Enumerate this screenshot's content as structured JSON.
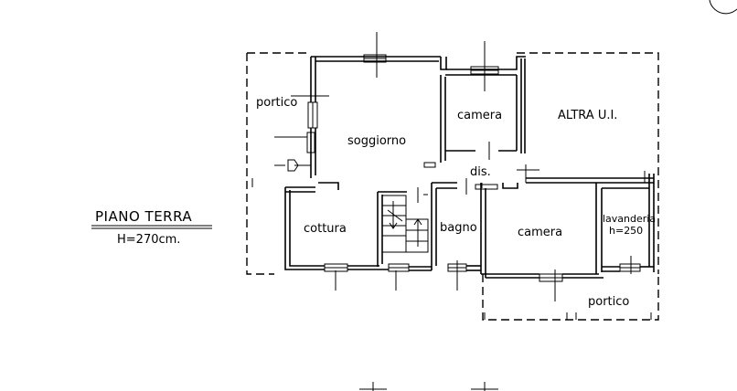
{
  "plan": {
    "title": "PIANO TERRA",
    "height": "H=270cm."
  },
  "rooms": {
    "portico_left": "portico",
    "soggiorno": "soggiorno",
    "camera_top": "camera",
    "altra": "ALTRA U.I.",
    "dis": "dis.",
    "cottura": "cottura",
    "bagno": "bagno",
    "camera_bottom": "camera",
    "lavanderia": "lavanderia",
    "lavanderia_h": "h=250",
    "portico_right": "portico"
  }
}
